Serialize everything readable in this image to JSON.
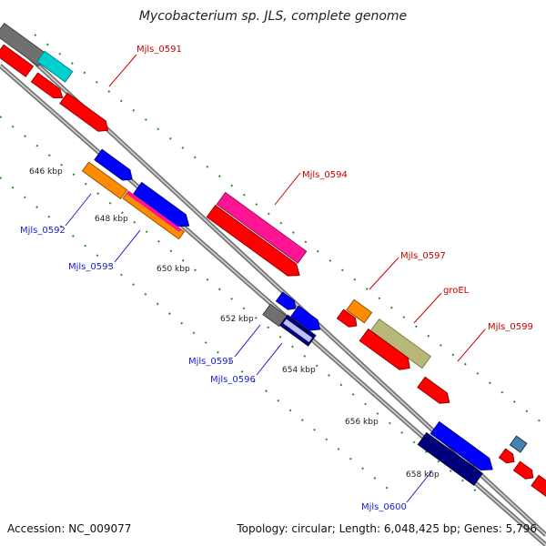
{
  "title": "Mycobacterium sp. JLS, complete genome",
  "footer": {
    "accession": "Accession: NC_009077",
    "summary": "Topology: circular; Length: 6,048,425 bp; Genes: 5,796"
  },
  "colors": {
    "backbone": "#8a8a8a",
    "tick": "#2e8b2e",
    "red_label": "#cc0000",
    "blue_label": "#1a1acc",
    "gene_red": "#ff0000",
    "gene_blue": "#0000ff",
    "gene_navy": "#00007a",
    "gene_orange": "#ff8c00",
    "gene_magenta": "#ff1493",
    "gene_grey": "#707070",
    "gene_cyan": "#00d0d0",
    "gene_olive": "#b8b878",
    "gene_steel": "#4682b4"
  },
  "coordinate_labels": [
    "646 kbp",
    "648 kbp",
    "650 kbp",
    "652 kbp",
    "654 kbp",
    "656 kbp",
    "658 kbp"
  ],
  "gene_labels": [
    {
      "text": "Mjls_0591",
      "color": "red"
    },
    {
      "text": "Mjls_0594",
      "color": "red"
    },
    {
      "text": "Mjls_0597",
      "color": "red"
    },
    {
      "text": "groEL",
      "color": "red"
    },
    {
      "text": "Mjls_0599",
      "color": "red"
    },
    {
      "text": "Mjls_0592",
      "color": "blue"
    },
    {
      "text": "Mjls_0593",
      "color": "blue"
    },
    {
      "text": "Mjls_0595",
      "color": "blue"
    },
    {
      "text": "Mjls_0596",
      "color": "blue"
    },
    {
      "text": "Mjls_0600",
      "color": "blue"
    }
  ]
}
